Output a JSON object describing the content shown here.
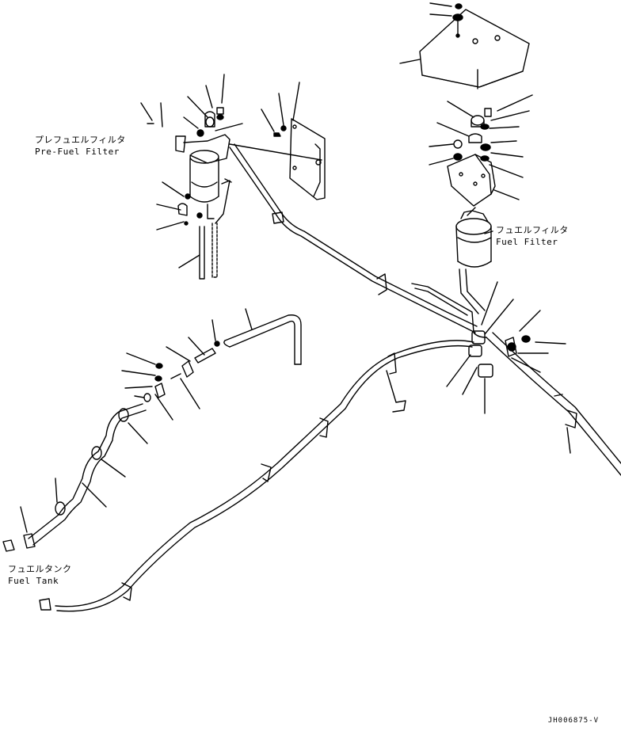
{
  "labels": {
    "pre_fuel_filter": {
      "jp": "プレフュエルフィルタ",
      "en": "Pre-Fuel Filter"
    },
    "fuel_filter": {
      "jp": "フュエルフィルタ",
      "en": "Fuel Filter"
    },
    "fuel_tank": {
      "jp": "フュエルタンク",
      "en": "Fuel Tank"
    }
  },
  "drawing_id": "JH006875-V"
}
